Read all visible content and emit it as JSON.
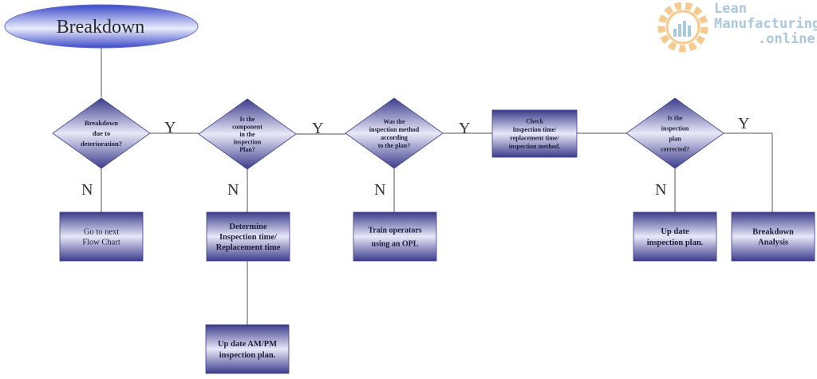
{
  "title": "Breakdown",
  "logo": {
    "line1": "Lean",
    "line2": "Manufacturing",
    "line3": ".online",
    "colors": {
      "gear": "#f6c98e",
      "text": "#a9c7dd"
    }
  },
  "colors": {
    "box_dark": "#3c3c8c",
    "box_light": "#e8e8f8",
    "line": "#555555"
  },
  "nodes": {
    "d1": [
      "Breakdown",
      "due to",
      "deterioration?"
    ],
    "d2": [
      "Is the",
      "component",
      "in the",
      "inspection",
      "Plan?"
    ],
    "d3": [
      "Was the",
      "inspection method",
      "according",
      "to the plan?"
    ],
    "p_check": [
      "Check",
      "Inspection time/",
      "replacement time/",
      "inspection method."
    ],
    "d4": [
      "Is the",
      "inspection",
      "plan",
      "corrected?"
    ],
    "p_goto": [
      "Go to next",
      "Flow Chart"
    ],
    "p_determine": [
      "Determine",
      "Inspection time/",
      "Replacement time"
    ],
    "p_train": [
      "Train operators",
      "using an OPL"
    ],
    "p_update_plan": [
      "Up date",
      "inspection plan."
    ],
    "p_analysis": [
      "Breakdown",
      "Analysis"
    ],
    "p_update_ampm": [
      "Up date AM/PM",
      "inspection plan."
    ]
  },
  "labels": {
    "y1": "Y",
    "y2": "Y",
    "y3": "Y",
    "y4": "Y",
    "n1": "N",
    "n2": "N",
    "n3": "N",
    "n4": "N"
  }
}
